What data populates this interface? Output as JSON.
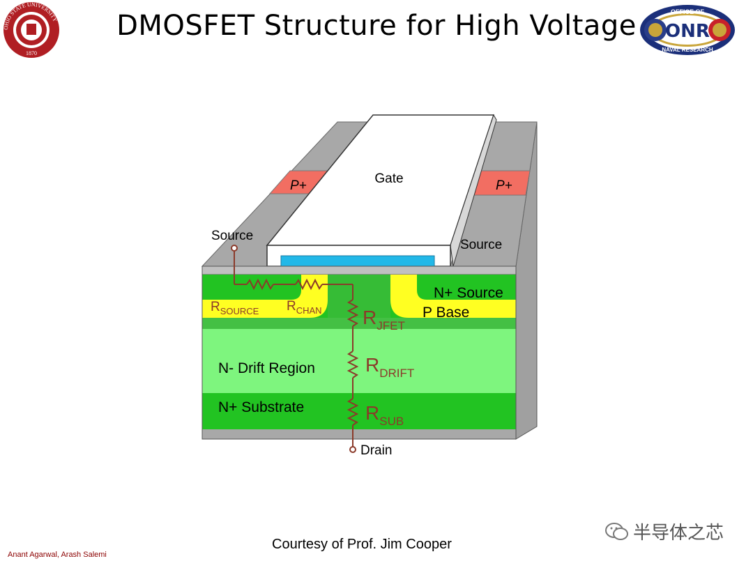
{
  "slide": {
    "title": "DMOSFET Structure for High Voltage",
    "authors": "Anant Agarwal, Arash Salemi",
    "courtesy": "Courtesy of Prof. Jim Cooper",
    "watermark": "半导体之芯"
  },
  "logos": {
    "left": {
      "top_text": "OHIO STATE UNIVERSITY",
      "year": "1870"
    },
    "right": {
      "top_text": "OFFICE OF",
      "main_text": "ONR",
      "bottom_text": "NAVAL RESEARCH"
    }
  },
  "diagram": {
    "gate": "Gate",
    "p_plus_left": "P+",
    "p_plus_right": "P+",
    "source_left": "Source",
    "source_right": "Source",
    "n_plus_source": "N+ Source",
    "p_base": "P Base",
    "n_drift": "N- Drift Region",
    "n_substrate": "N+ Substrate",
    "drain": "Drain",
    "resistors": {
      "r_source_main": "R",
      "r_source_sub": "SOURCE",
      "r_chan_main": "R",
      "r_chan_sub": "CHAN",
      "r_jfet_main": "R",
      "r_jfet_sub": "JFET",
      "r_drift_main": "R",
      "r_drift_sub": "DRIFT",
      "r_sub_main": "R",
      "r_sub_sub": "SUB"
    }
  },
  "colors": {
    "bright_green": "#22c322",
    "light_green": "#7ef57e",
    "yellow": "#ffff22",
    "gray": "#a8a8a8",
    "dark_gray": "#7a7a7a",
    "p_plus_red": "#f26e62",
    "oxide_blue": "#22b8e8",
    "resistor_brown": "#8b3a2a"
  }
}
